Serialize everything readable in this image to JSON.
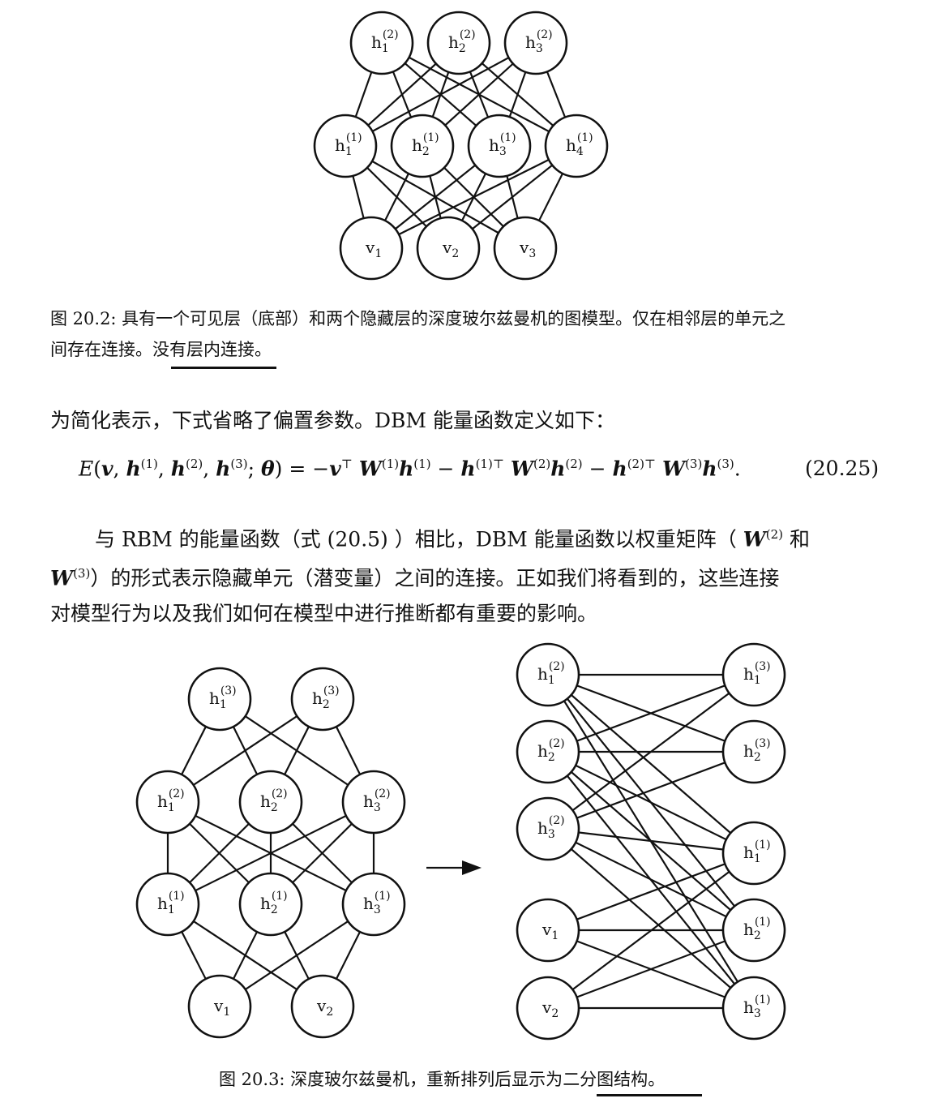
{
  "figure_20_2": {
    "nodes": [
      {
        "id": "h2_1",
        "base": "h",
        "sub": "1",
        "sup": "(2)"
      },
      {
        "id": "h2_2",
        "base": "h",
        "sub": "2",
        "sup": "(2)"
      },
      {
        "id": "h2_3",
        "base": "h",
        "sub": "3",
        "sup": "(2)"
      },
      {
        "id": "h1_1",
        "base": "h",
        "sub": "1",
        "sup": "(1)"
      },
      {
        "id": "h1_2",
        "base": "h",
        "sub": "2",
        "sup": "(1)"
      },
      {
        "id": "h1_3",
        "base": "h",
        "sub": "3",
        "sup": "(1)"
      },
      {
        "id": "h1_4",
        "base": "h",
        "sub": "4",
        "sup": "(1)"
      },
      {
        "id": "v_1",
        "base": "v",
        "sub": "1",
        "sup": ""
      },
      {
        "id": "v_2",
        "base": "v",
        "sub": "2",
        "sup": ""
      },
      {
        "id": "v_3",
        "base": "v",
        "sub": "3",
        "sup": ""
      }
    ],
    "caption_line1": "图 20.2: 具有一个可见层（底部）和两个隐藏层的深度玻尔兹曼机的图模型。仅在相邻层的单元之",
    "caption_line2_a": "间存在连接。",
    "caption_line2_b": "没有层内连接",
    "caption_line2_c": "。"
  },
  "paragraph1": "为简化表示，下式省略了偏置参数。DBM 能量函数定义如下：",
  "equation": {
    "number": "(20.25)"
  },
  "paragraph2": {
    "line1_a": "与 RBM 的能量函数（式 (20.5) ）相比，DBM 能量函数以权重矩阵（",
    "line1_w": "W",
    "line1_sup": "(2)",
    "line1_b": " 和",
    "line2_w": "W",
    "line2_sup": "(3)",
    "line2_b": "）的形式表示隐藏单元（潜变量）之间的连接。正如我们将看到的，这些连接",
    "line3": "对模型行为以及我们如何在模型中进行推断都有重要的影响。"
  },
  "figure_20_3_left": {
    "nodes": [
      {
        "id": "h3_1",
        "base": "h",
        "sub": "1",
        "sup": "(3)"
      },
      {
        "id": "h3_2",
        "base": "h",
        "sub": "2",
        "sup": "(3)"
      },
      {
        "id": "h2_1",
        "base": "h",
        "sub": "1",
        "sup": "(2)"
      },
      {
        "id": "h2_2",
        "base": "h",
        "sub": "2",
        "sup": "(2)"
      },
      {
        "id": "h2_3",
        "base": "h",
        "sub": "3",
        "sup": "(2)"
      },
      {
        "id": "h1_1",
        "base": "h",
        "sub": "1",
        "sup": "(1)"
      },
      {
        "id": "h1_2",
        "base": "h",
        "sub": "2",
        "sup": "(1)"
      },
      {
        "id": "h1_3",
        "base": "h",
        "sub": "3",
        "sup": "(1)"
      },
      {
        "id": "v_1",
        "base": "v",
        "sub": "1",
        "sup": ""
      },
      {
        "id": "v_2",
        "base": "v",
        "sub": "2",
        "sup": ""
      }
    ]
  },
  "figure_20_3_right": {
    "nodes": [
      {
        "id": "h2_1",
        "base": "h",
        "sub": "1",
        "sup": "(2)"
      },
      {
        "id": "h2_2",
        "base": "h",
        "sub": "2",
        "sup": "(2)"
      },
      {
        "id": "h2_3",
        "base": "h",
        "sub": "3",
        "sup": "(2)"
      },
      {
        "id": "v_1",
        "base": "v",
        "sub": "1",
        "sup": ""
      },
      {
        "id": "v_2",
        "base": "v",
        "sub": "2",
        "sup": ""
      },
      {
        "id": "h3_1",
        "base": "h",
        "sub": "1",
        "sup": "(3)"
      },
      {
        "id": "h3_2",
        "base": "h",
        "sub": "2",
        "sup": "(3)"
      },
      {
        "id": "h1_1",
        "base": "h",
        "sub": "1",
        "sup": "(1)"
      },
      {
        "id": "h1_2",
        "base": "h",
        "sub": "2",
        "sup": "(1)"
      },
      {
        "id": "h1_3",
        "base": "h",
        "sub": "3",
        "sup": "(1)"
      }
    ],
    "caption_a": "图 20.3: 深度玻尔兹曼机，重新排列后显示为",
    "caption_b": "二分图结构",
    "caption_c": "。"
  }
}
